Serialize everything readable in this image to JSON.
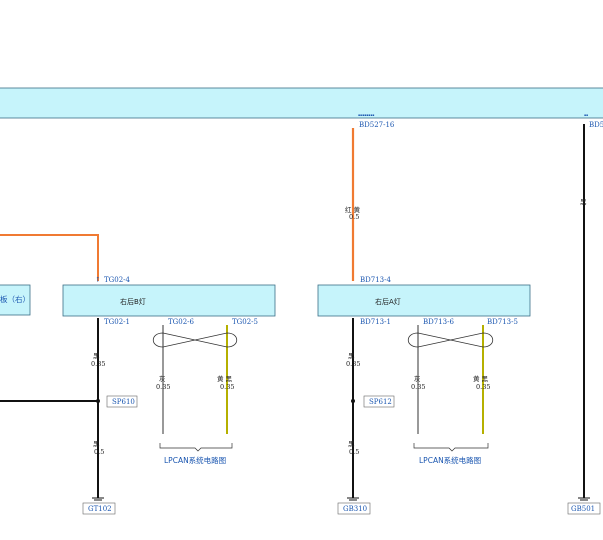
{
  "bus": {
    "label_left": "板（右）",
    "pin_a": "BD527-16",
    "pin_b": "BD5"
  },
  "modules": {
    "left": {
      "name": "右后B灯",
      "pin_top": "TG02-4",
      "pin_bottom": "TG02-1",
      "pin_can_l": "TG02-6",
      "pin_can_h": "TG02-5"
    },
    "right": {
      "name": "右后A灯",
      "pin_top": "BD713-4",
      "pin_bottom": "BD713-1",
      "pin_can_l": "BD713-6",
      "pin_can_h": "BD713-5"
    }
  },
  "wires": {
    "orange_color": "红 黄",
    "orange_gauge": "0.5",
    "black_color": "黑",
    "black_gauge_035": "0.35",
    "black_gauge_05": "0.5",
    "gray_color": "灰",
    "yellow_color": "黄 黑",
    "wire_gauge": "0.35",
    "right_black_color": "黑"
  },
  "splices": {
    "left": "SP610",
    "right": "SP612"
  },
  "grounds": {
    "left": "GT102",
    "mid": "GB310",
    "right": "GB501"
  },
  "can_ref": "LPCAN系统电路图",
  "colors": {
    "orange": "#f07a32",
    "black": "#111111",
    "gray": "#999999",
    "yellow": "#b5b000",
    "module_fill": "#c6f4fb"
  }
}
